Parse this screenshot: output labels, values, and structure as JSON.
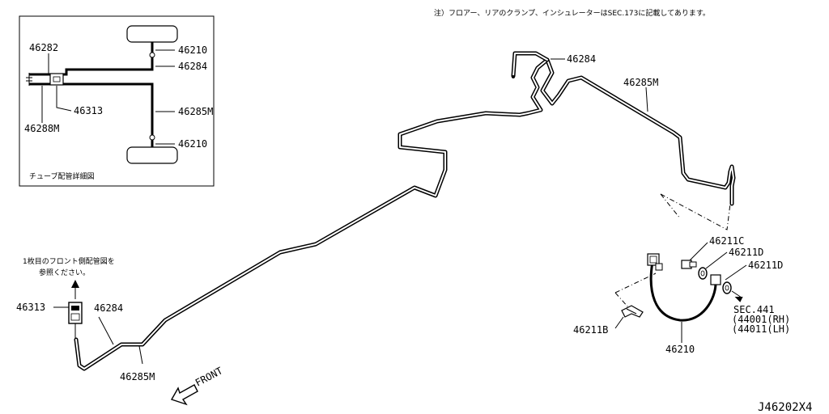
{
  "header_note": "注）フロアー、リアのクランプ、インシュレーターはSEC.173に記載してあります。",
  "inset": {
    "caption": "チューブ配管詳細図",
    "labels": {
      "l46282": "46282",
      "l46210_top": "46210",
      "l46284": "46284",
      "l46313": "46313",
      "l46285m": "46285M",
      "l46288m": "46288M",
      "l46210_bot": "46210"
    }
  },
  "main": {
    "labels": {
      "l46284_top": "46284",
      "l46285m_top": "46285M",
      "l46211c": "46211C",
      "l46211d_a": "46211D",
      "l46211d_b": "46211D",
      "l46211b": "46211B",
      "l46210": "46210",
      "l46313": "46313",
      "l46284_left": "46284",
      "l46285m_bottom": "46285M"
    },
    "ref_note_line1": "1枚目のフロント側配管図を",
    "ref_note_line2": "参照ください。",
    "sec_ref": {
      "line1": "SEC.441",
      "line2": "(44001(RH)",
      "line3": "(44011(LH)"
    },
    "front_label": "FRONT"
  },
  "diagram_code": "J46202X4"
}
